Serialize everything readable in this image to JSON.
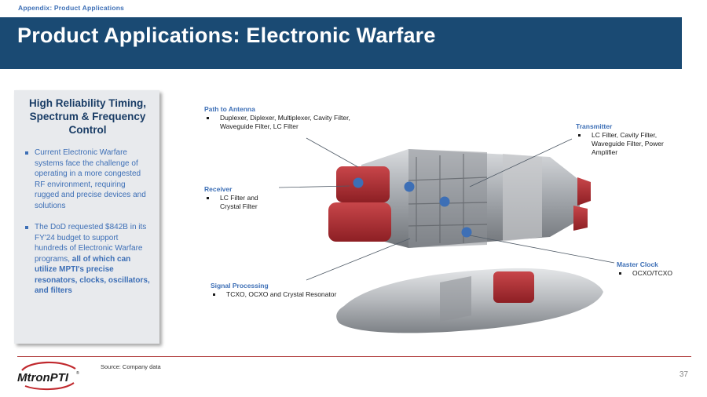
{
  "header": {
    "eyebrow": "Appendix: Product Applications",
    "title": "Product Applications: Electronic Warfare"
  },
  "callout": {
    "title": "High Reliability Timing, Spectrum & Frequency Control",
    "bullet1": "Current Electronic Warfare systems face the challenge of operating in a more congested RF environment, requiring rugged and precise devices and solutions",
    "bullet2_plain": "The DoD requested $842B in its FY'24 budget to support hundreds of Electronic Warfare programs, ",
    "bullet2_bold": "all of which can utilize MPTI's precise resonators, clocks, oscillators, and filters"
  },
  "labels": {
    "antenna": {
      "head": "Path to Antenna",
      "item": "Duplexer, Diplexer, Multiplexer, Cavity Filter, Waveguide Filter, LC Filter"
    },
    "transmitter": {
      "head": "Transmitter",
      "item": "LC Filter, Cavity Filter, Waveguide Filter, Power Amplifier"
    },
    "receiver": {
      "head": "Receiver",
      "item": "LC Filter and Crystal Filter"
    },
    "master_clock": {
      "head": "Master Clock",
      "item": "OCXO/TCXO"
    },
    "signal_processing": {
      "head": "Signal Processing",
      "item": "TCXO, OCXO and Crystal Resonator"
    }
  },
  "footer": {
    "source": "Source: Company data",
    "page_number": "37",
    "logo_text": "MtronPTI",
    "logo_mark": "®"
  },
  "colors": {
    "title_band": "#1a4a73",
    "accent_blue": "#3d6fb6",
    "dark_blue": "#1a3d66",
    "footer_rule": "#b03a3a",
    "logo_red": "#c0282d"
  }
}
